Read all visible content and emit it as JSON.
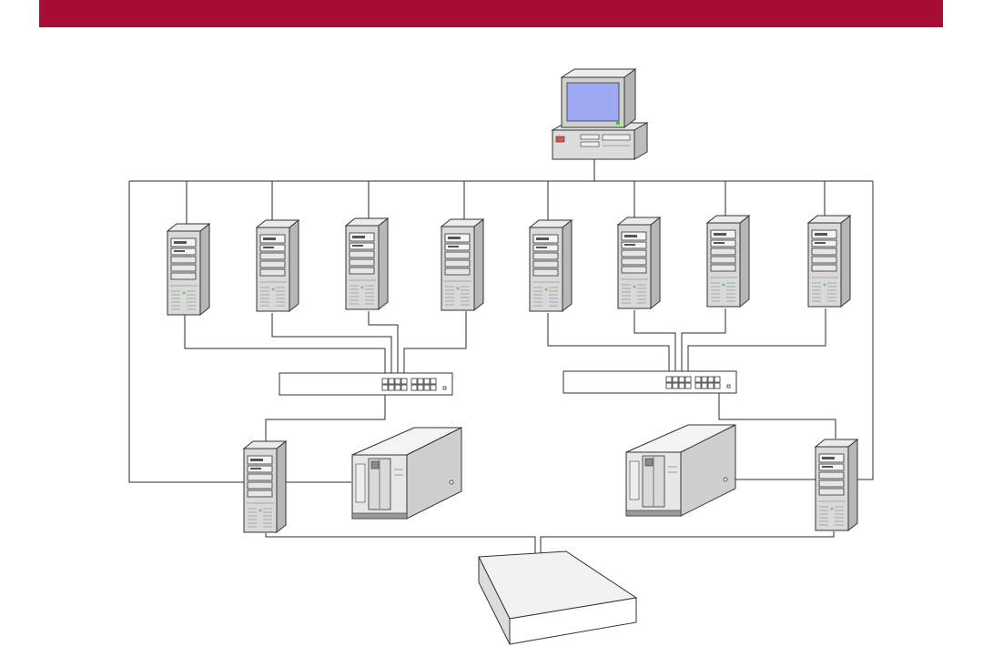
{
  "banner": {
    "color": "#a80e33"
  },
  "diagram": {
    "type": "network-topology",
    "nodes": [
      {
        "name": "admin-workstation",
        "icon": "desktop-computer-icon"
      },
      {
        "name": "server-1",
        "icon": "tower-server-icon"
      },
      {
        "name": "server-2",
        "icon": "tower-server-icon"
      },
      {
        "name": "server-3",
        "icon": "tower-server-icon"
      },
      {
        "name": "server-4",
        "icon": "tower-server-icon"
      },
      {
        "name": "server-5",
        "icon": "tower-server-icon"
      },
      {
        "name": "server-6",
        "icon": "tower-server-icon"
      },
      {
        "name": "server-7",
        "icon": "tower-server-icon"
      },
      {
        "name": "server-8",
        "icon": "tower-server-icon"
      },
      {
        "name": "switch-left",
        "icon": "network-switch-icon"
      },
      {
        "name": "switch-right",
        "icon": "network-switch-icon"
      },
      {
        "name": "backup-server-left",
        "icon": "tower-server-icon"
      },
      {
        "name": "backup-server-right",
        "icon": "tower-server-icon"
      },
      {
        "name": "tape-library-left",
        "icon": "tape-library-icon"
      },
      {
        "name": "tape-library-right",
        "icon": "tape-library-icon"
      },
      {
        "name": "storage-array",
        "icon": "storage-box-icon"
      }
    ],
    "colors": {
      "line": "#2b2b2b",
      "server_body": "#d6d6d6",
      "screen": "#9fa9f2"
    }
  }
}
